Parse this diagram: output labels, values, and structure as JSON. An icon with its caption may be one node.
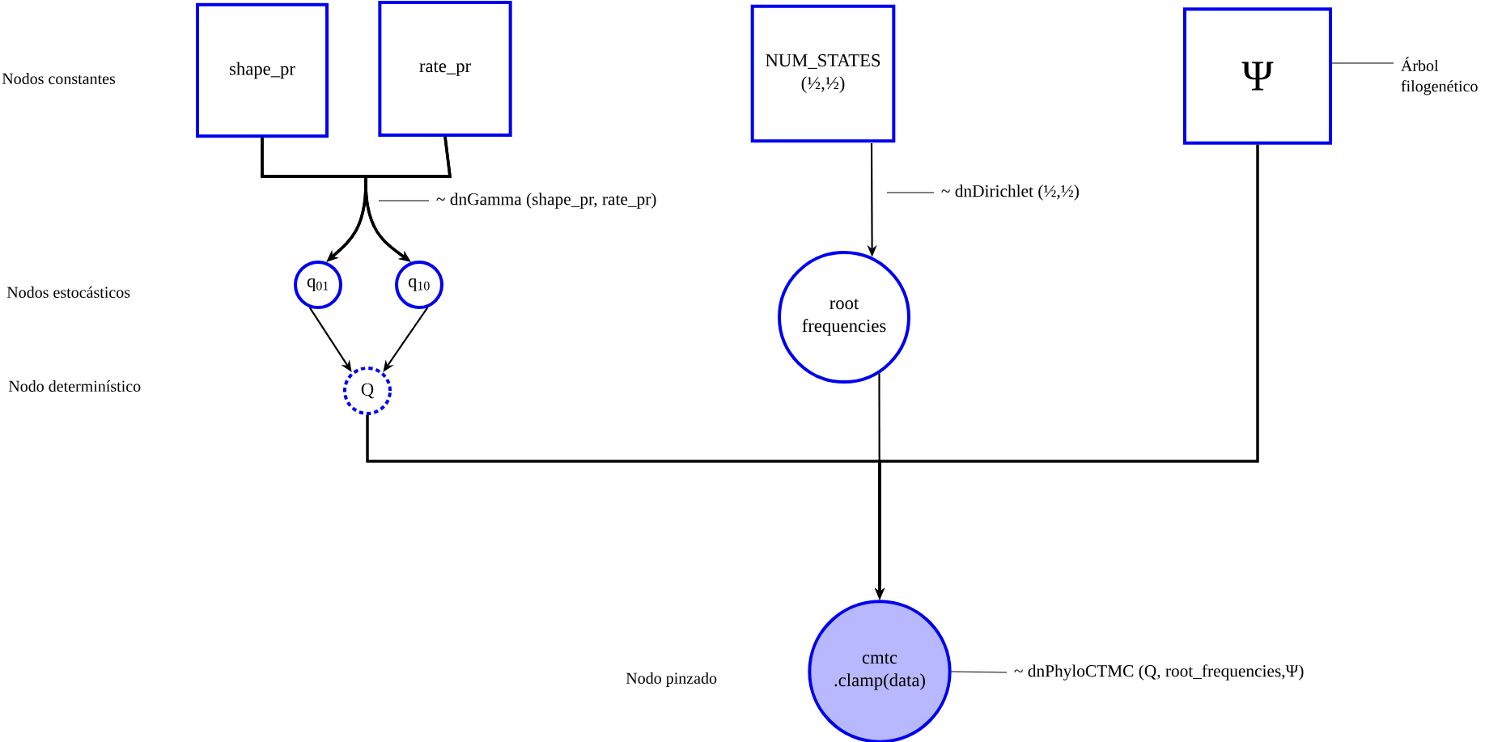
{
  "diagram": {
    "nodes": [
      {
        "text": [
          "shape_pr"
        ]
      },
      {
        "text": [
          "rate_pr"
        ]
      },
      {
        "text": [
          "NUM_STATES (½,½)"
        ]
      },
      {
        "text": [
          "Ψ"
        ]
      },
      {
        "text": [
          "q$_{01}$"
        ]
      },
      {
        "text": [
          "q$_{10}$"
        ]
      },
      {
        "text": [
          "Q"
        ]
      },
      {
        "text": [
          "root frequencies"
        ]
      },
      {
        "text": [
          "cmtc .clamp(data)"
        ]
      },
      {
        "text": [
          "~ dnGamma (shape_pr, rate_pr)"
        ]
      },
      {
        "text": [
          "~ dnDirichlet (½,½)"
        ]
      },
      {
        "text": [
          "Árbol filogenético"
        ]
      },
      {
        "text": [
          "~ dnPhyloCTMC (Q, root_frequencies,Ψ)"
        ]
      }
    ],
    "edges": [
      {
        "from": 0,
        "to": 4,
        "arrow": "to"
      },
      {
        "from": 0,
        "to": 5,
        "arrow": "to"
      },
      {
        "from": 1,
        "to": 4,
        "arrow": "to"
      },
      {
        "from": 1,
        "to": 5,
        "arrow": "to"
      },
      {
        "from": 4,
        "to": 6,
        "arrow": "to"
      },
      {
        "from": 5,
        "to": 6,
        "arrow": "to"
      },
      {
        "from": 2,
        "to": 7,
        "arrow": "to"
      },
      {
        "from": 6,
        "to": 8,
        "arrow": "to"
      },
      {
        "from": 3,
        "to": 8,
        "arrow": "to"
      },
      {
        "from": 7,
        "to": 8,
        "arrow": "to"
      },
      {
        "from": 9,
        "to": null,
        "arrow": "none"
      },
      {
        "from": 10,
        "to": null,
        "arrow": "none"
      },
      {
        "from": 11,
        "to": 3,
        "arrow": "none"
      },
      {
        "from": 12,
        "to": 8,
        "arrow": "none"
      }
    ],
    "labels": [
      "Nodos constantes",
      "Nodos estocásticos",
      "Nodo determinístico",
      "Nodo pinzado"
    ]
  }
}
